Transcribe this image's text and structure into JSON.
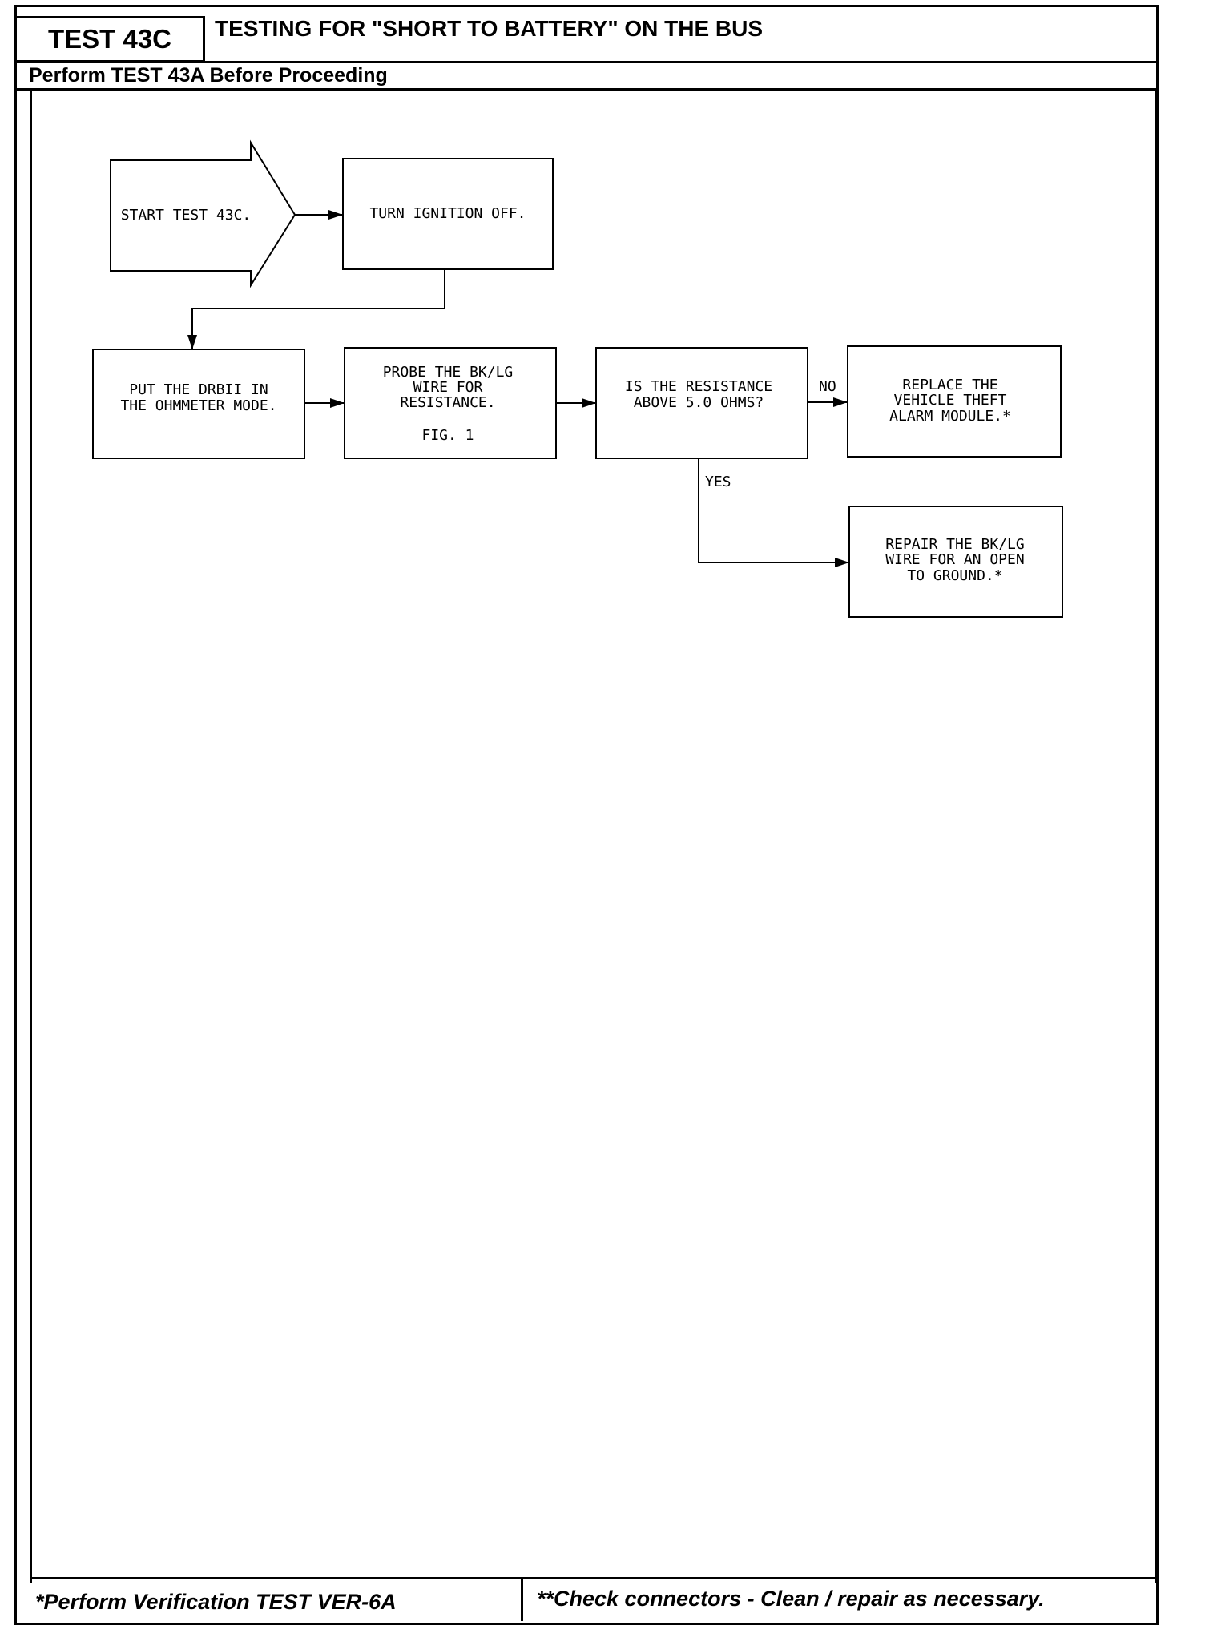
{
  "header": {
    "test_id": "TEST 43C",
    "title": "TESTING FOR \"SHORT TO BATTERY\" ON THE BUS",
    "prerequisite": "Perform TEST 43A Before Proceeding"
  },
  "flow": {
    "start": "START TEST 43C.",
    "step1": "TURN IGNITION OFF.",
    "step2": [
      "PUT THE DRBII IN",
      "THE OHMMETER MODE."
    ],
    "step3": [
      "PROBE THE BK/LG",
      "WIRE FOR",
      "RESISTANCE."
    ],
    "step3_fig": "FIG. 1",
    "decision": [
      "IS THE RESISTANCE",
      "ABOVE 5.0 OHMS?"
    ],
    "no_label": "NO",
    "yes_label": "YES",
    "result_no": [
      "REPLACE THE",
      "VEHICLE THEFT",
      "ALARM MODULE.*"
    ],
    "result_yes": [
      "REPAIR THE BK/LG",
      "WIRE FOR AN OPEN",
      "TO GROUND.*"
    ]
  },
  "footer": {
    "left": "*Perform Verification TEST VER-6A",
    "right": "**Check connectors - Clean / repair as necessary."
  }
}
